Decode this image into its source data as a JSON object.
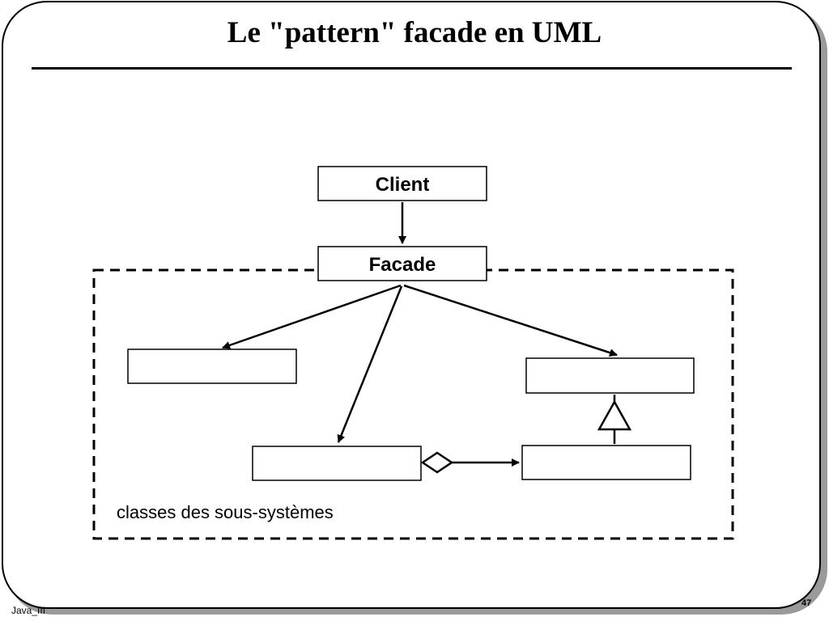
{
  "slide": {
    "title": "Le \"pattern\" facade en UML",
    "footer_left": "Java_III",
    "page_number": "47"
  },
  "diagram": {
    "classes": {
      "client": "Client",
      "facade": "Facade"
    },
    "subsystem_label": "classes des sous-systèmes",
    "relations": [
      {
        "from": "client",
        "to": "facade",
        "kind": "association"
      },
      {
        "from": "facade",
        "to": "subsystem-class-1",
        "kind": "association"
      },
      {
        "from": "facade",
        "to": "subsystem-class-3",
        "kind": "association"
      },
      {
        "from": "facade",
        "to": "subsystem-class-2",
        "kind": "association"
      },
      {
        "from": "subsystem-class-3",
        "to": "subsystem-class-4",
        "kind": "aggregation"
      },
      {
        "from": "subsystem-class-4",
        "to": "subsystem-class-2",
        "kind": "generalization"
      }
    ]
  }
}
